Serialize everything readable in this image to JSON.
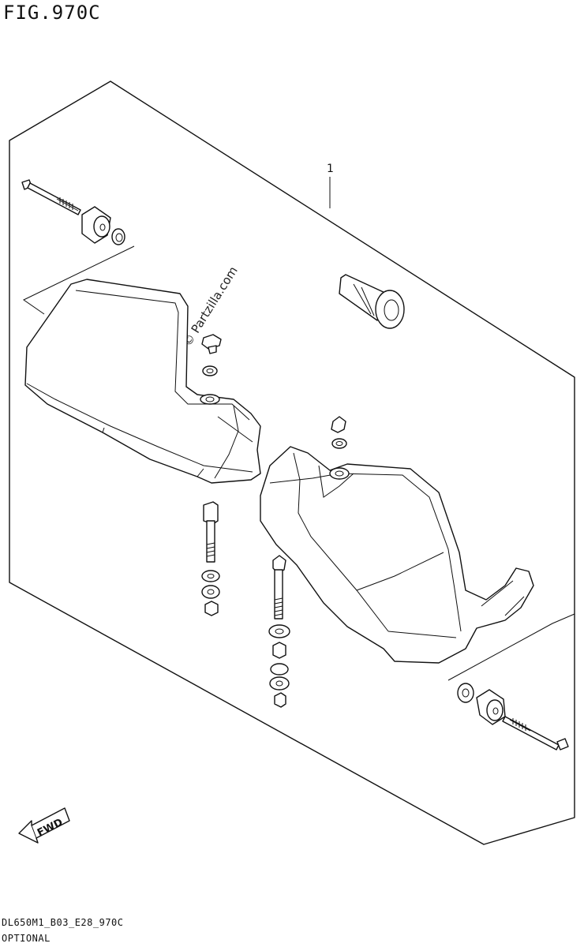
{
  "figure": {
    "title": "FIG.970C",
    "callout_number": "1",
    "watermark": "© Partzilla.com",
    "direction_label": "FWD"
  },
  "footer": {
    "code": "DL650M1_B03_E28_970C",
    "note": "OPTIONAL"
  }
}
